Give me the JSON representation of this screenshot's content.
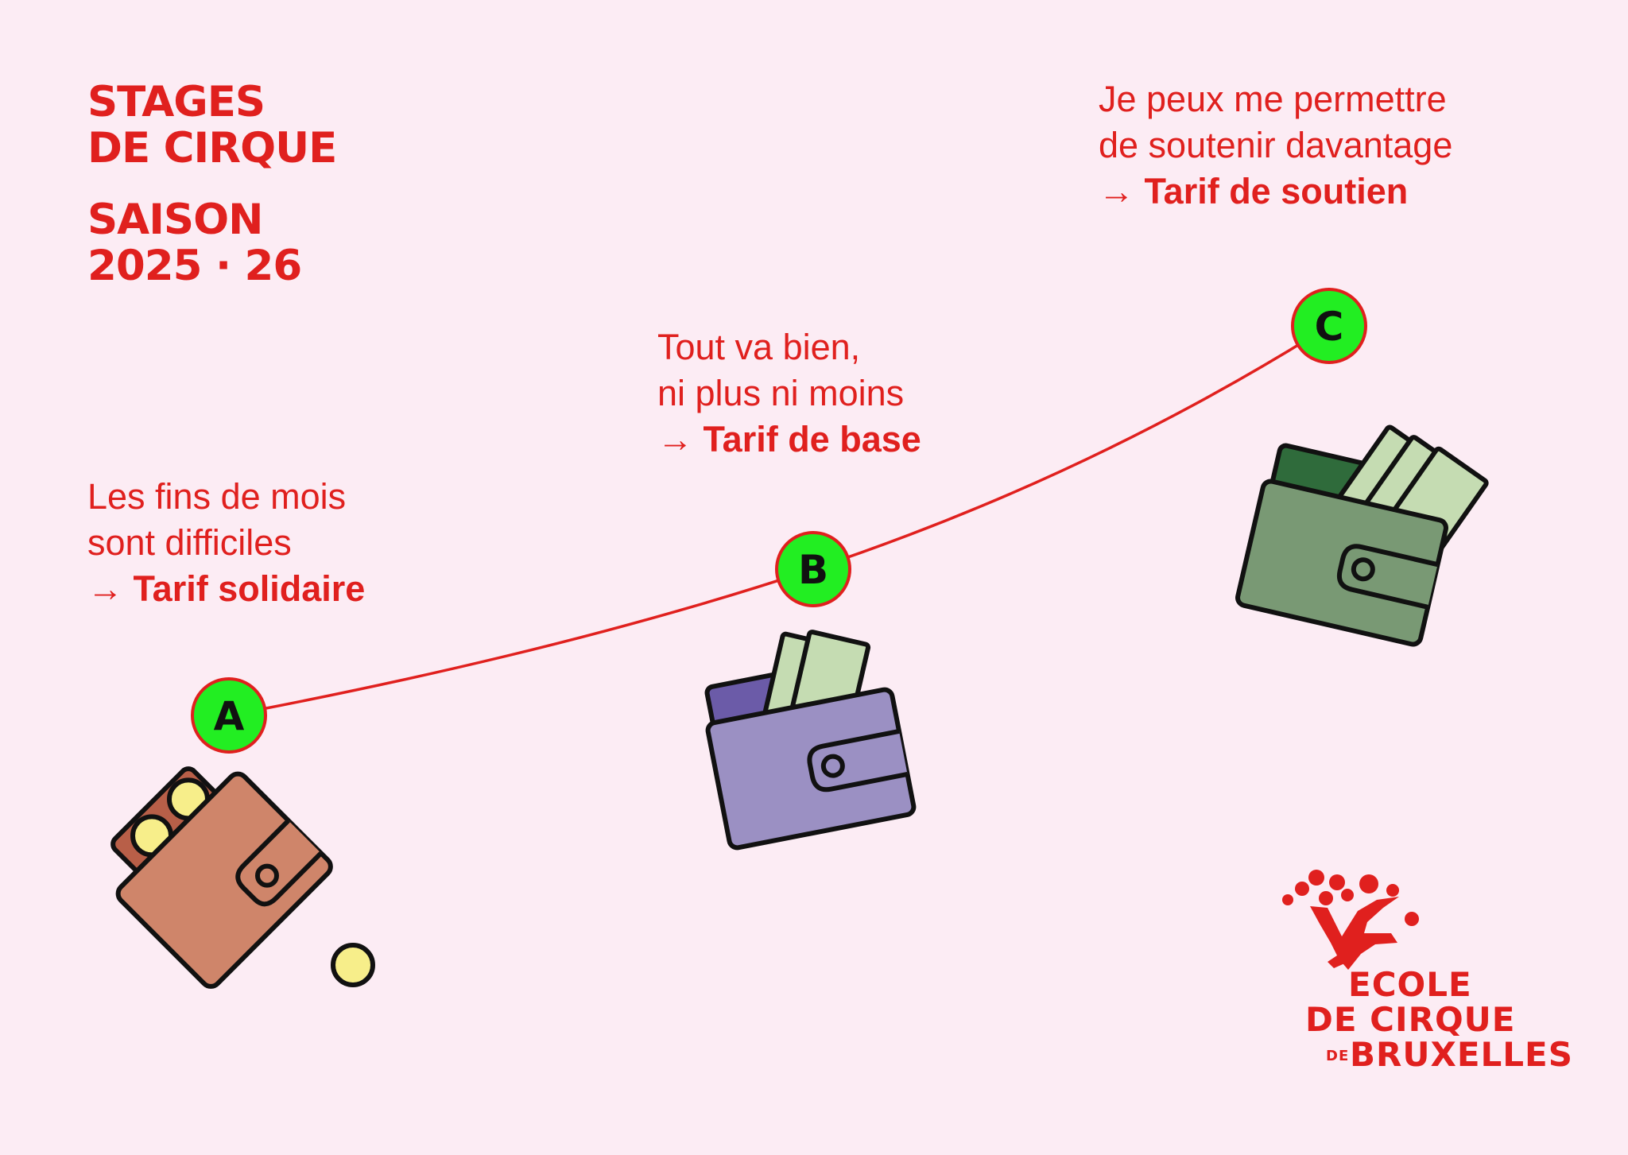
{
  "title": {
    "line1": "STAGES",
    "line2": "DE CIRQUE",
    "line3": "SAISON",
    "line4": "2025 · 26"
  },
  "tiers": [
    {
      "marker": "A",
      "line1": "Les fins de mois",
      "line2": "sont difficiles",
      "arrow": "→",
      "price_label": "Tarif solidaire"
    },
    {
      "marker": "B",
      "line1": "Tout va bien,",
      "line2": "ni plus ni moins",
      "arrow": "→",
      "price_label": "Tarif de base"
    },
    {
      "marker": "C",
      "line1": "Je peux me permettre",
      "line2": "de soutenir davantage",
      "arrow": "→",
      "price_label": "Tarif de soutien"
    }
  ],
  "logo": {
    "line1": "ECOLE",
    "line2": "DE CIRQUE",
    "small": "DE",
    "line3": "BRUXELLES"
  },
  "colors": {
    "accent": "#e0201e",
    "background": "#fcecf4",
    "marker_fill": "#22ee22",
    "wallet_a": "#cf856a",
    "wallet_b": "#9b90c3",
    "wallet_c": "#799974",
    "banknote": "#c5dcb2",
    "coin": "#f7ee8a"
  },
  "icons": [
    "wallet-coins-icon",
    "wallet-banknotes-icon",
    "wallet-banknotes-full-icon",
    "circus-figure-logo-icon"
  ]
}
